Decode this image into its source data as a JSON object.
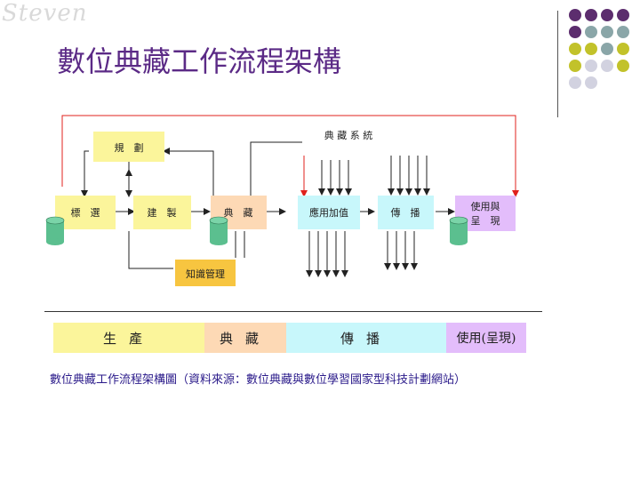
{
  "logo": "Steven",
  "title": "數位典藏工作流程架構",
  "caption": "數位典藏工作流程架構圖（資料來源：數位典藏與數位學習國家型科技計劃網站）",
  "colors": {
    "title": "#5b2a86",
    "yellow": "#fbf59b",
    "peach": "#fdd9b5",
    "cyan": "#c8f7fb",
    "lavender": "#e3bdfb",
    "orange": "#f7c540",
    "red_line": "#e0201c",
    "db_green": "#5bbf8f"
  },
  "decor_dots": [
    "#5c2d6e",
    "#5c2d6e",
    "#5c2d6e",
    "#5c2d6e",
    "#5c2d6e",
    "#8aa6a8",
    "#8aa6a8",
    "#8aa6a8",
    "#c2c22a",
    "#c2c22a",
    "#8aa6a8",
    "#c2c22a",
    "#c2c22a",
    "#d2d2e0",
    "#d2d2e0",
    "#c2c22a",
    "#d2d2e0",
    "#d2d2e0"
  ],
  "diagram": {
    "system_label": "典 藏 系 統",
    "nodes": {
      "planning": "規　劃",
      "select": "標　選",
      "digitize": "建　製",
      "collect": "典　藏",
      "apply": "應用加值",
      "disseminate": "傳　播",
      "user_line1": "使用與",
      "user_line2": "呈　現",
      "knowledge": "知識管理"
    }
  },
  "phases": [
    {
      "label": "生產",
      "color": "#fbf59b"
    },
    {
      "label": "典藏",
      "color": "#fdd9b5"
    },
    {
      "label": "傳播",
      "color": "#c8f7fb"
    },
    {
      "label": "使用(呈現)",
      "color": "#e3bdfb"
    }
  ]
}
